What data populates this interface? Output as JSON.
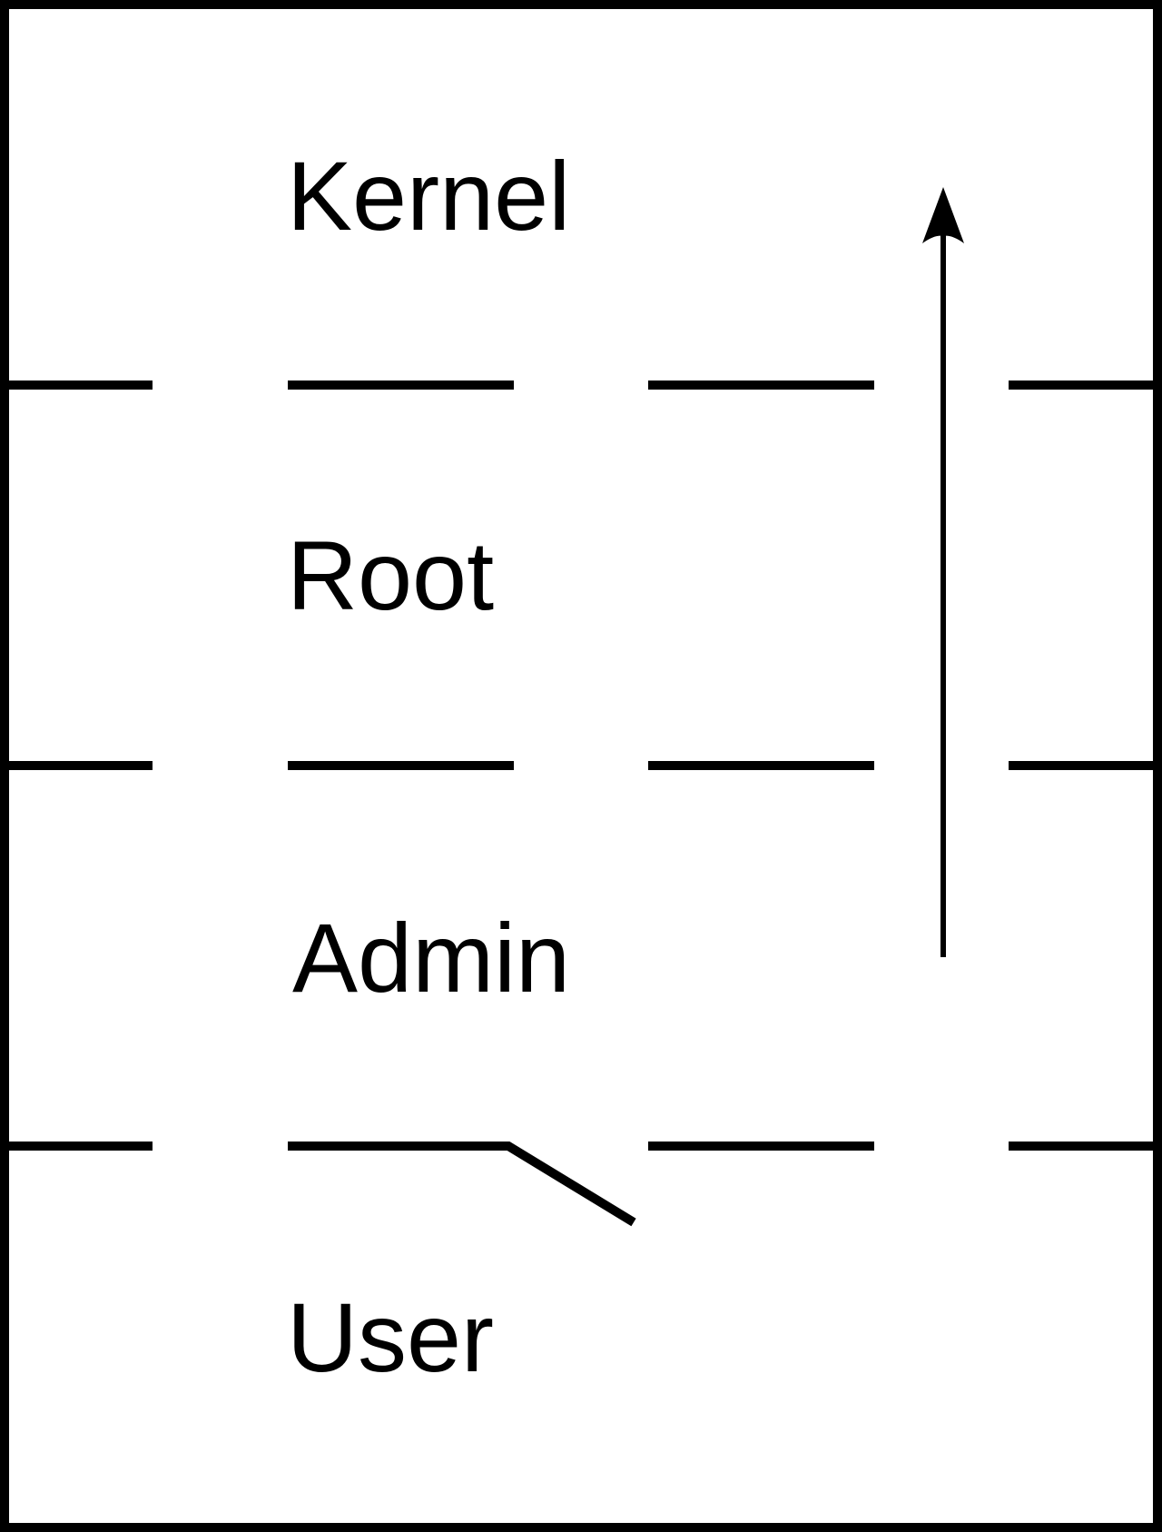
{
  "diagram": {
    "levels": [
      {
        "label": "Kernel"
      },
      {
        "label": "Root"
      },
      {
        "label": "Admin"
      },
      {
        "label": "User"
      }
    ],
    "arrow_direction": "up",
    "line_color": "#000000",
    "background_color": "#ffffff"
  }
}
